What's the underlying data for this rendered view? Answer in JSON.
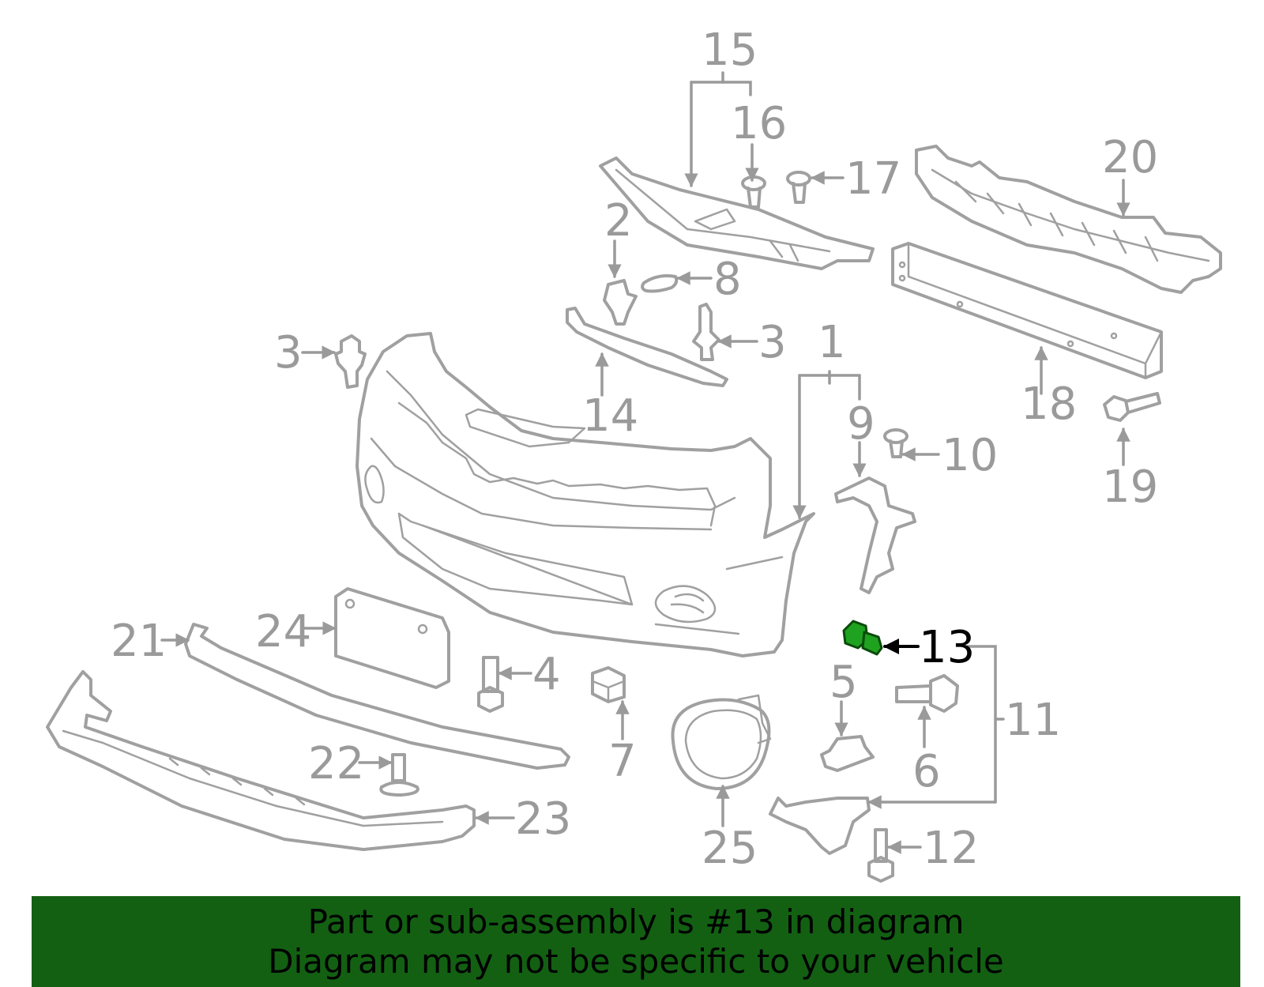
{
  "callouts": {
    "c1": "1",
    "c2": "2",
    "c3a": "3",
    "c3b": "3",
    "c4": "4",
    "c5": "5",
    "c6": "6",
    "c7": "7",
    "c8": "8",
    "c9": "9",
    "c10": "10",
    "c11": "11",
    "c12": "12",
    "c13": "13",
    "c14": "14",
    "c15": "15",
    "c16": "16",
    "c17": "17",
    "c18": "18",
    "c19": "19",
    "c20": "20",
    "c21": "21",
    "c22": "22",
    "c23": "23",
    "c24": "24",
    "c25": "25"
  },
  "highlight": {
    "part": "13",
    "color": "#1fa21f"
  },
  "banner": {
    "line1": "Part or sub-assembly is #13 in diagram",
    "line2": "Diagram may not be specific to your vehicle",
    "background": "#136013"
  }
}
